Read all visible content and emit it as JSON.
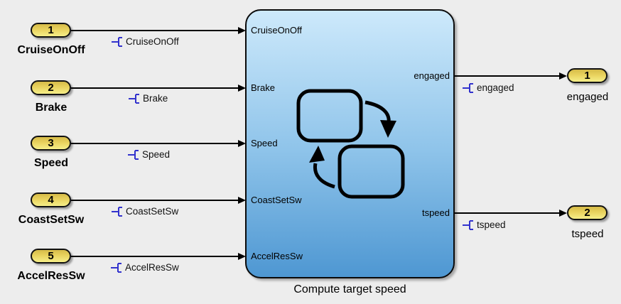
{
  "block": {
    "name": "Compute target speed",
    "type": "stateflow-chart",
    "input_labels": [
      "CruiseOnOff",
      "Brake",
      "Speed",
      "CoastSetSw",
      "AccelResSw"
    ],
    "output_labels": [
      "engaged",
      "tspeed"
    ]
  },
  "inports": [
    {
      "number": "1",
      "name": "CruiseOnOff",
      "signal": "CruiseOnOff"
    },
    {
      "number": "2",
      "name": "Brake",
      "signal": "Brake"
    },
    {
      "number": "3",
      "name": "Speed",
      "signal": "Speed"
    },
    {
      "number": "4",
      "name": "CoastSetSw",
      "signal": "CoastSetSw"
    },
    {
      "number": "5",
      "name": "AccelResSw",
      "signal": "AccelResSw"
    }
  ],
  "outports": [
    {
      "number": "1",
      "name": "engaged",
      "signal": "engaged"
    },
    {
      "number": "2",
      "name": "tspeed",
      "signal": "tspeed"
    }
  ],
  "colors": {
    "background": "#ededed",
    "block_fill_top": "#cde9fb",
    "block_fill_bottom": "#4e97d2",
    "port_fill_top": "#d6bb49",
    "port_fill_bottom": "#f5ee88",
    "resolve_badge": "#3232cd",
    "line": "#000000"
  }
}
